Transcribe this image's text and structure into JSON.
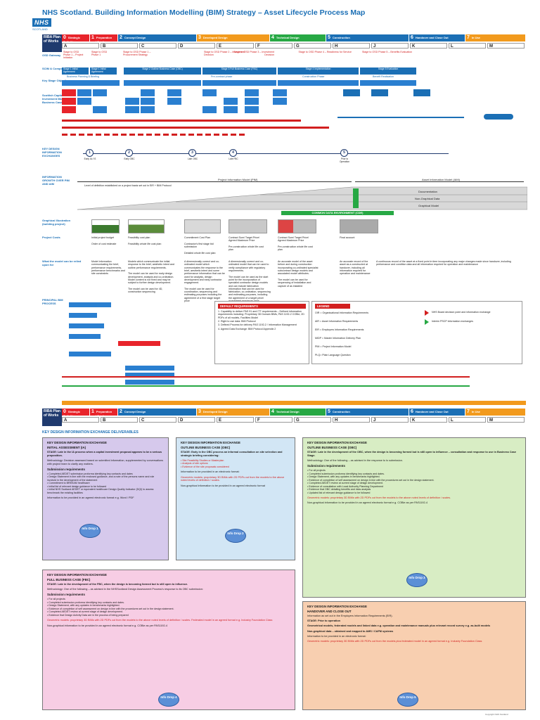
{
  "title": "NHS Scotland. Building Information Modelling (BIM) Strategy – Asset Lifecycle Process Map",
  "logo": {
    "mark": "NHS",
    "sub": "SCOTLAND"
  },
  "riba": "RIBA Plan of Works",
  "stages_top": [
    {
      "num": "0",
      "name": "Strategic Definition",
      "color": "#e8242b"
    },
    {
      "num": "1",
      "name": "Preparation and Brief",
      "color": "#e8242b"
    },
    {
      "num": "2",
      "name": "Concept Design",
      "color": "#1b6fb5"
    },
    {
      "num": "3",
      "name": "Developed Design",
      "color": "#f29a1d"
    },
    {
      "num": "4",
      "name": "Technical Design",
      "color": "#27a844"
    },
    {
      "num": "5",
      "name": "Construction",
      "color": "#1b6fb5"
    },
    {
      "num": "6",
      "name": "Handover and Close Out",
      "color": "#1b6fb5"
    },
    {
      "num": "7",
      "name": "In Use",
      "color": "#f29a1d"
    }
  ],
  "stage_letters": [
    "A",
    "B",
    "C",
    "D",
    "E",
    "F",
    "G",
    "H",
    "J",
    "K",
    "L",
    "M"
  ],
  "row_labels": {
    "osd": "OSD Gateway",
    "scim": "SCIM & Compound Process",
    "keystage": "Key Stage Objectives",
    "scottish": "Scottish Capital Investment Manual Business Case Guide",
    "kdie": "KEY DESIGN INFORMATION EXCHANGES",
    "info_growth": "INFORMATION GROWTH OVER PIM AND AIM",
    "graphical": "Graphical Illustration (building project)",
    "costs": "Project Costs",
    "what_model": "What the model can be relied upon for",
    "principal": "PRINCIPAL BIM PROCESS"
  },
  "gateways": [
    "Stage to OSD Phase 1 – Project Initiation",
    "Stage to OSD Phase 1",
    "Stage to OSD Phase 1 – Procurement Strategy",
    "Stage to OSD Phase 2 – Investment Decision",
    "Stage to OSD Phase 3 – Investment Decision",
    "Stage to OSD Phase 4 – Readiness for Service",
    "Stage to OSD Phase 5 – Benefits Evaluation"
  ],
  "scim_boxes": [
    "Stage 1 Initial Agreement",
    "Stage 2 Outline Business Case (OBC)",
    "Stage 3 Full Business Case (FBC)",
    "Stage 4 Implementation",
    "Stage 5 Evaluation"
  ],
  "scim_phases": [
    "Business Planning & Briefing",
    "Pre-contract phase",
    "Construction Phase",
    "Benefit Realisation"
  ],
  "exchanges": [
    {
      "n": "1",
      "label": "Early IA / IS"
    },
    {
      "n": "2",
      "label": "Early OBC"
    },
    {
      "n": "3",
      "label": "Late OBC"
    },
    {
      "n": "4",
      "label": "Late FBC"
    },
    {
      "n": "5",
      "label": "Prior to Operation"
    }
  ],
  "pim_label": "Project Information Model (PIM)",
  "aim_label": "Asset Information Model (AIM)",
  "lod_text": "Level of definition established on a project basis set out in EIR + BIM Protocol",
  "layers": [
    "Documentation",
    "Non-Graphical Data",
    "Graphical Model"
  ],
  "cde": "COMMON DATA ENVIRONMENT (CDE)",
  "costs": [
    "Initial project budget\n\nOrder of cost estimate",
    "Feasibility cost plan\n\nFeasibility whole life cost plan",
    "Commitment Cost Plan\n\nContractor's first stage bid submission\n\nDetailed whole life cost plan",
    "Contract Sum/ Target Price/ Agreed Maximum Price\n\nPre-construction whole life cost plan",
    "Contract Sum/ Target Price/ Agreed Maximum Price\n\nPre-construction whole life cost plan",
    "Final account"
  ],
  "what_model": [
    "Model information communicating the brief, performance requirements, performance benchmarks and site constraints",
    "Models which communicate the initial response to the brief, aesthetic intent and outline performance requirements.\n\nThe model can be used for early design development, analysis and co-ordination. Model content is not fixed and may be subject to further design development.\n\nThe model can be used for 4D, construction sequencing",
    "A dimensionally correct and co-ordinated model which communicates the response to the brief, aesthetic intent and some performance information that can be used for analysis, design development and early contractor engagement.\n\nThe model can be used for coordination, sequencing and estimating purposes including the agreement of a first stage target price",
    "A dimensionally correct and co-ordinated model that can be used to verify compliance with regulatory requirements.\n\nThe model can be used as the start point for the incorporation of specialist contractor design models and can include fabrication information that can be used for fabrication, co-ordination, sequencing and estimating purposes, including the agreement of a target price/ guaranteed maximum price",
    "An accurate model of the asset before and during construction incorporating co-ordinated specialist subcontract design models and associated model attributes.\n\nThe model can be used for sequencing of installation and capture of as installed",
    "An accurate record of the asset as a constructed at handover, including all information required for operation and maintenance",
    "A continuous record of the asset at a fixed point in time incorporating any major changes made since handover, including performance and condition data and all information required for operation and maintenance"
  ],
  "default_req_title": "DEFAULT REQUIREMENTS",
  "default_req": [
    "1. Capability to deliver PAS 91 and ITT requirements – Defined information requirements including: Proprietary 3D Domain BIMs, PAS 1192-2 COBie, 2D PDFs of all models, Facilities Model",
    "2. Right to use data: BIM Protocol",
    "3. Defined Process for delivery PAS 1192-2 / Information Management",
    "4. Agreed Data Exchange: BIM Protocol Appendix 2"
  ],
  "legend_title": "LEGEND",
  "legend": [
    "OIR = Organisational Information Requirements",
    "AIR = Asset Information Requirements",
    "EIR = Employers Information Requirements",
    "MIDP = Master Information Delivery Plan",
    "PIM = Project Information Model",
    "PLQ= Plain Language Question"
  ],
  "legend_arrows": [
    "NHS Board decision point and information exchange",
    "Interim PSCP information exchanges"
  ],
  "deliverables_title": "KEY DESIGN INFORMATION EXCHANGE DELIVERABLES",
  "cards": {
    "c1": {
      "head": "KEY DESIGN INFORMATION EXCHANGE",
      "sub": "INITIAL ASSESSMENT (IA)",
      "stage": "STAGE: Late in the IA process when a capital investment proposal appears to be a serious proposition.",
      "method": "Methodology: Decision assessed based on submitted information, supplemented by conversations with project team to clarify any matters.",
      "subhead": "Submission requirements",
      "items": [
        "Completed AEDET submission proforma identifying key contacts and dates",
        "Design Statement in line with the enclosed guidance, and a note of the persons name and role involved in the development of the statement",
        "Commitment to BREEAM healthcare",
        "Initial list of relevant design guidance to be followed",
        "Initial NHS Scotland AEDET or equivalent healthcare Design Quality Indicator (DQI) to assess benchmark the existing facilities"
      ],
      "elec": "Information to be provided in an agreed electronic format e.g. Word / PDF",
      "drop": "Info Drop 1"
    },
    "c2": {
      "head": "KEY DESIGN INFORMATION EXCHANGE",
      "sub": "OUTLINE BUSINESS CASE (OBC)",
      "stage": "STAGE: Early in the OBC process an informal consultation on site selection and strategic briefing considering:",
      "items_red": [
        "Site Feasibility Studies or Masterplan",
        "Analysis of site options",
        "Evidence of the site proposals considered"
      ],
      "body": "Information to be provided in an electronic format:",
      "geom": "Geometric models: proprietary 3D BIMs with 2D PDFs cut from the models to the above noted levels of definition / scales.",
      "nong": "Non-graphical information to be provided in an agreed electronic format",
      "drop": "Info Drop 2"
    },
    "c3": {
      "head": "KEY DESIGN INFORMATION EXCHANGE",
      "sub": "OUTLINE BUSINESS CASE (OBC)",
      "stage": "STAGE: Late in the development of the OBC, when the design is becoming formed but is still open to influence – consultation and response to use in Business Case Stage.",
      "method": "Methodology: One of the following – as advised in the response to is submission.",
      "subhead": "Submission requirements",
      "items": [
        "For all projects",
        "Completed submission proforma identifying key contacts and dates.",
        "Design Statement, with any updates in benchmarks highlighted.",
        "Evidence of completion of self assessment on design in line with the procedures set out in the design statement.",
        "Completed AEDET review at current stage of design development.",
        "Evidence of consultation with Local Authority Planning Department",
        "Evidence that OBC detailing benefits and risks analysis",
        "Updated list of relevant design guidance to be followed"
      ],
      "geom": "Geometric models: proprietary 3D BIMs with 2D PDFs cut from the models to the above noted levels of definition / scales.",
      "nong": "Non-graphical information to be provided in an agreed electronic format e.g. COBie as per PAS1192-4",
      "drop": "Info Drop 3"
    },
    "c4": {
      "head": "KEY DESIGN INFORMATION EXCHANGE",
      "sub": "FULL BUSINESS CASE (FBC)",
      "stage": "STAGE: Late in the development of the FBC, when the design is becoming formed but is still open to influence.",
      "method": "Methodology: One of the following – as advised in the NHSScotland Design Assessment Process's response to its OBC submission:",
      "subhead": "Submission requirements",
      "items": [
        "For all projects",
        "Completed submission proforma identifying key contacts and dates.",
        "Design Statement, with any updates in benchmarks highlighted.",
        "Evidence of completion of self assessment on design in line with the procedures set out in the design statement.",
        "Completed AEDET review at current stage of design development.",
        "Evidence that Design Activity Data are in the process of being prepared"
      ],
      "geom": "Geometric models: proprietary 3D BIMs with 2D PDFs cut from the models to the above noted levels of definition / scales. Federated model in an agreed format e.g. Industry Foundation Class",
      "nong": "Non-graphical information to be provided in an agreed electronic format e.g. COBie as per PAS1192-4",
      "drop": "Info Drop 4"
    },
    "c5": {
      "head": "KEY DESIGN INFORMATION EXCHANGE",
      "sub": "HANDOVER AND CLOSE OUT",
      "stage": "Information as set out in the Employers Information Requirements (EIR).",
      "when": "STAGE: Prior to operation",
      "geom": "Geometrical models, federated models and linked data e.g. operation and maintenance manuals plus relevant record survey e.g. as-built models",
      "nong": "Non-graphical data – obtained and mapped to AMS / CAFM systems",
      "elec": "Information to be provided in an electronic format:",
      "geom2": "Geometric models: proprietary 3D BIMs with 2D PDFs cut from the models plus federated model in an agreed format e.g. Industry Foundation Class",
      "drop": "Info Drop 5"
    }
  },
  "copyright": "Copyright NHS Scotland",
  "colors": {
    "blue": "#1b6fb5",
    "red": "#d21f1f",
    "green": "#27a844",
    "orange": "#f29a1d",
    "navy": "#1f3a6e",
    "purple": "#d6c9ec",
    "lightblue": "#d2e6f5",
    "lightgreen": "#d8edc4",
    "pink": "#f7cde4",
    "peach": "#f8cfb0"
  }
}
